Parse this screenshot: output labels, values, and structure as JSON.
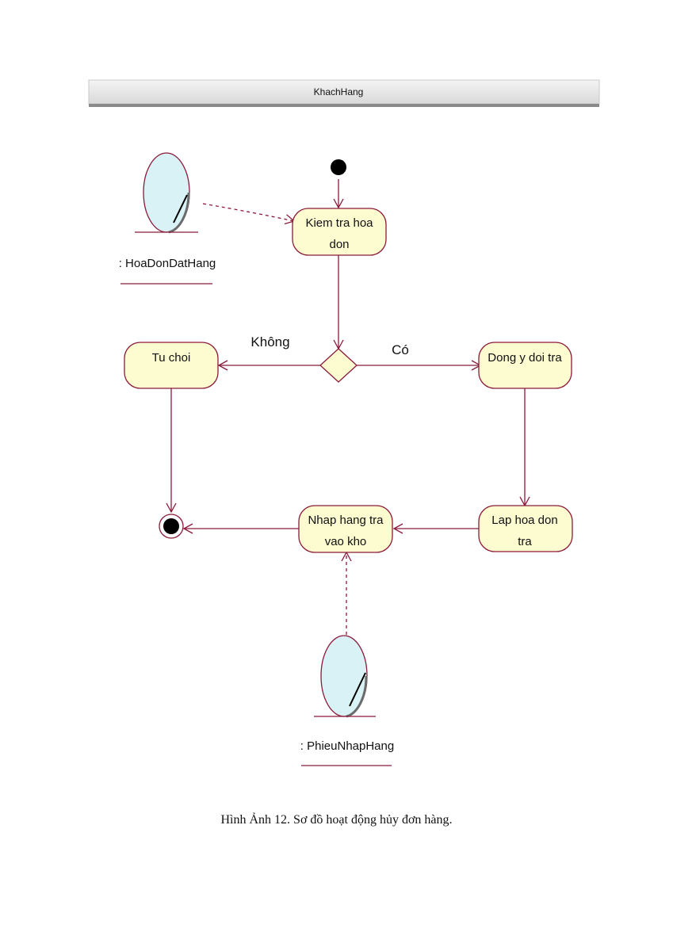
{
  "swimlane": {
    "title": "KhachHang"
  },
  "activities": {
    "check_invoice": [
      "Kiem tra hoa",
      "don"
    ],
    "reject": [
      "Tu choi"
    ],
    "approve_return": [
      "Dong y doi tra"
    ],
    "create_return_invoice": [
      "Lap hoa don",
      "tra"
    ],
    "restock": [
      "Nhap hang tra",
      "vao kho"
    ]
  },
  "guards": {
    "no": "Không",
    "yes": "Có"
  },
  "objects": {
    "order_invoice": ": HoaDonDatHang",
    "receipt_note": ": PhieuNhapHang"
  },
  "caption": "Hình Ảnh 12. Sơ đồ hoạt động hủy đơn hàng.",
  "colors": {
    "activity_fill": "#fdfbd0",
    "line": "#8b1a3a",
    "object_fill": "#d8f2f6",
    "header_fill": "#e6e6e6"
  }
}
